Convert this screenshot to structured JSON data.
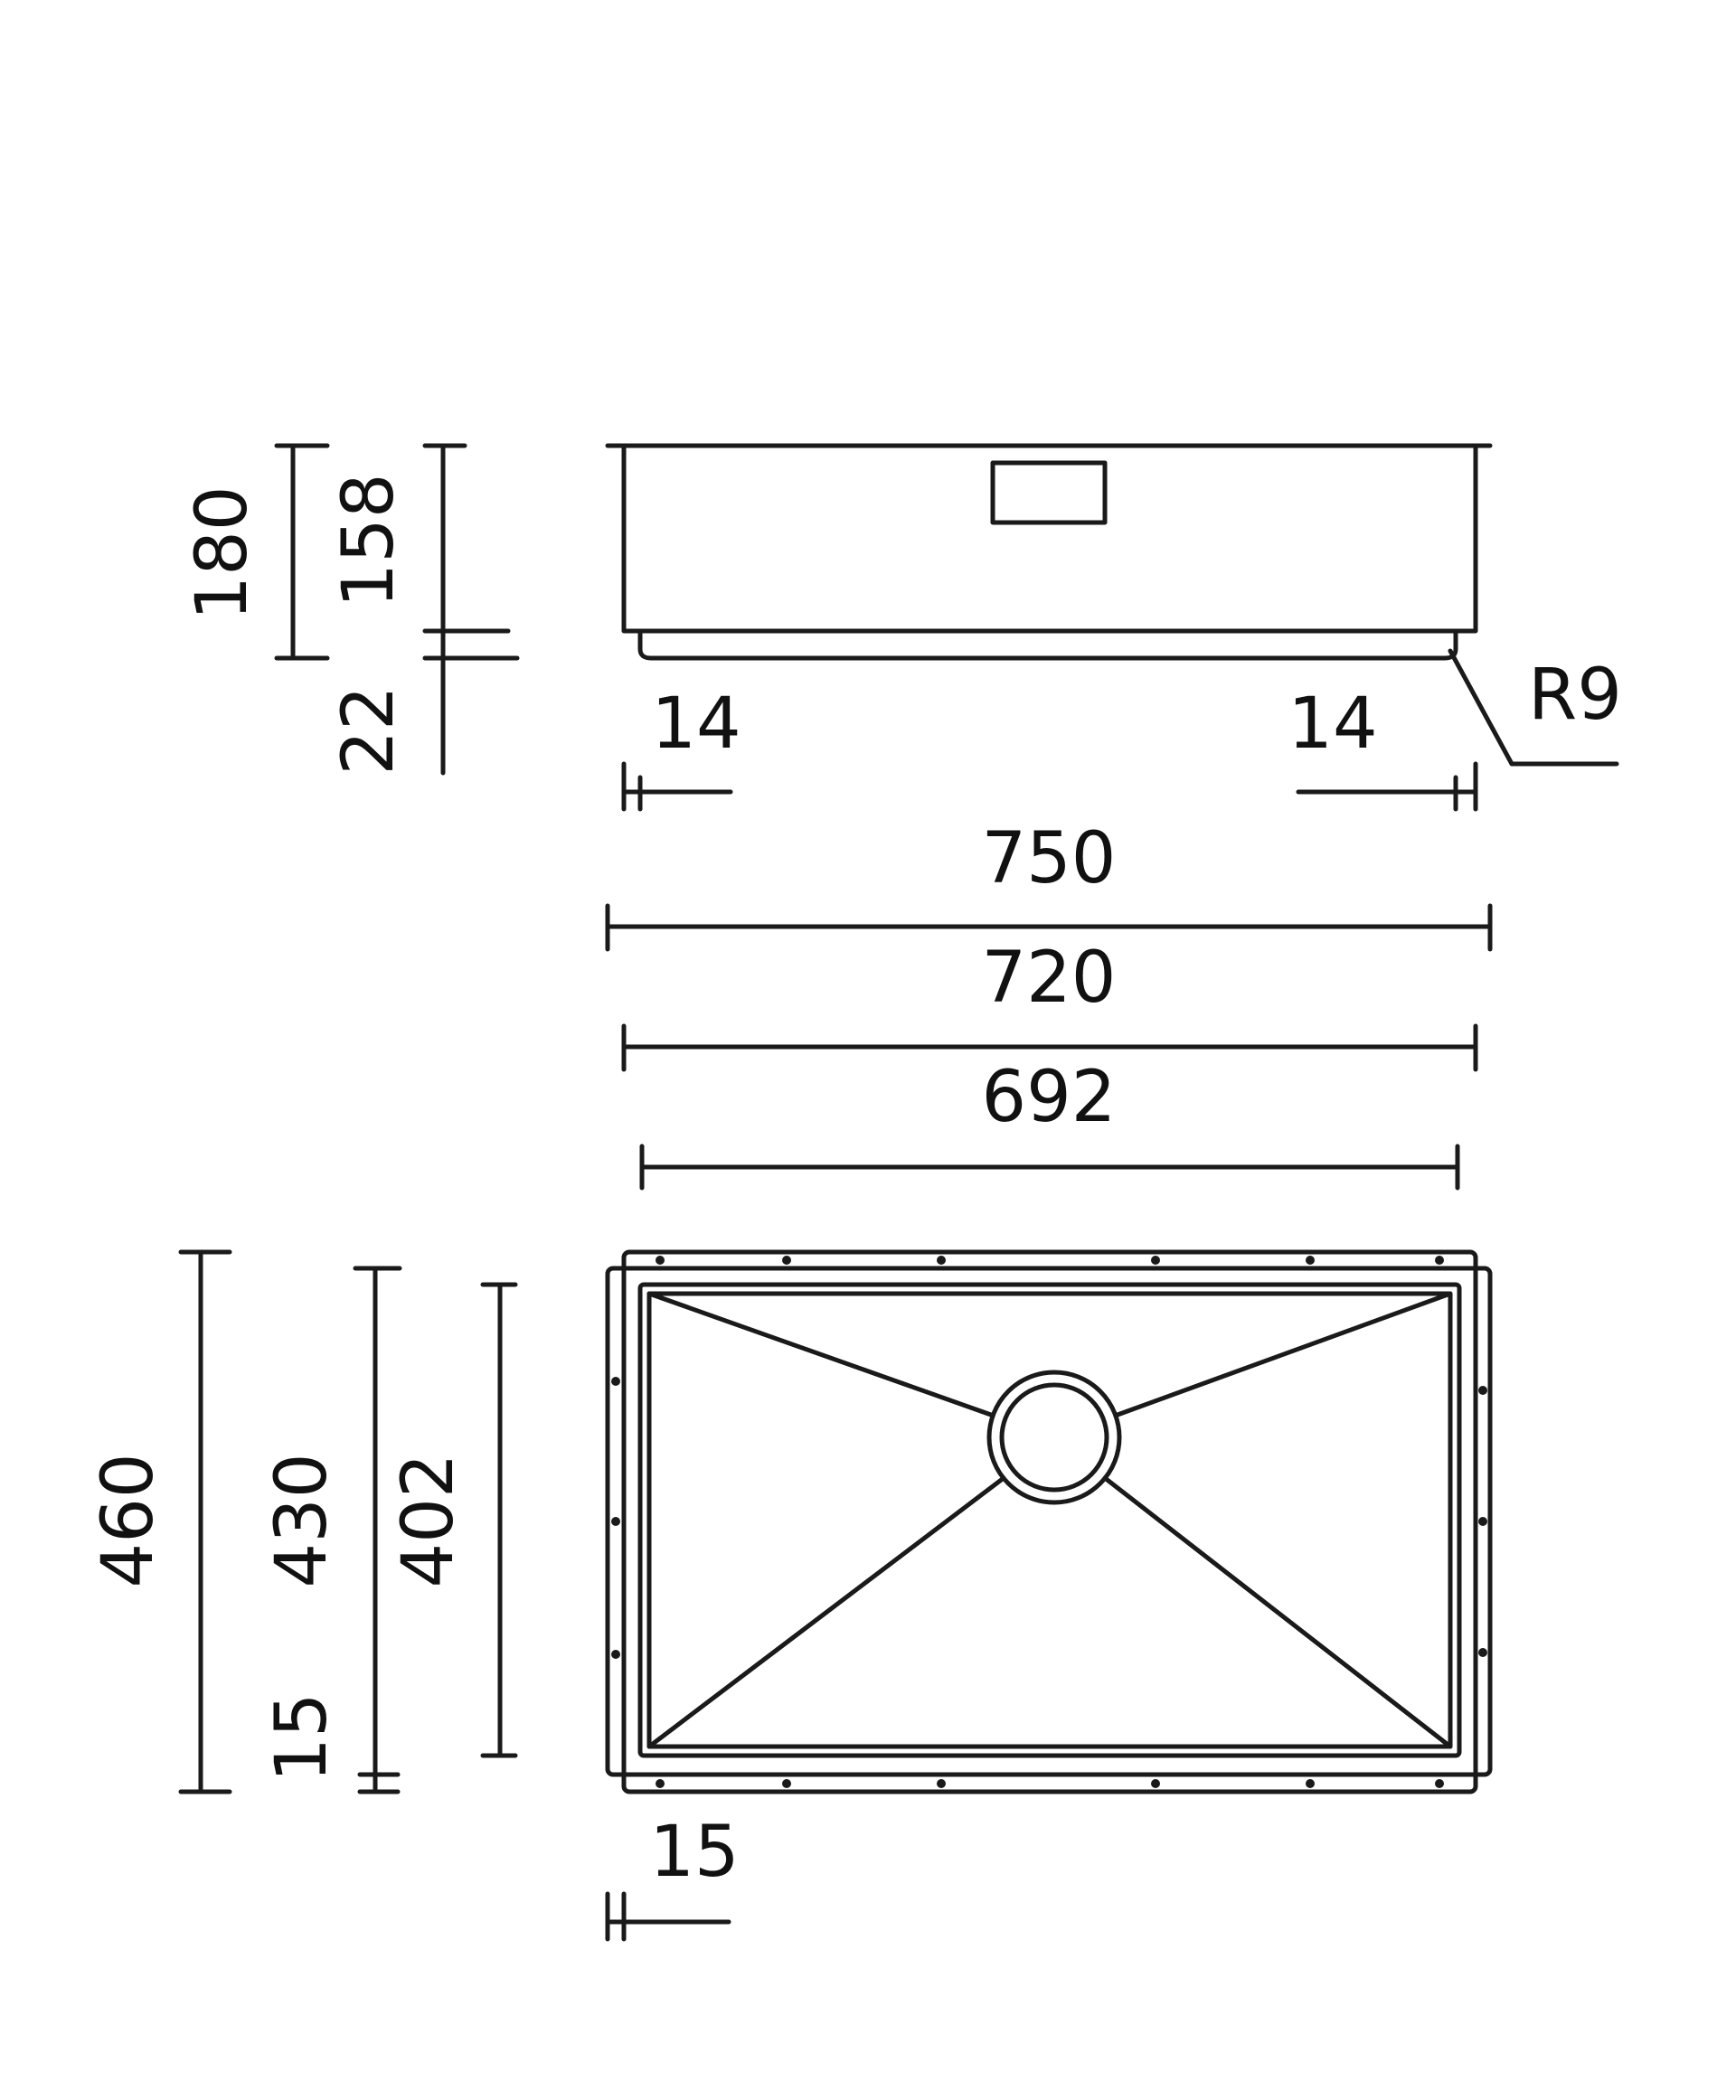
{
  "side_view": {
    "dim_total_height": "180",
    "dim_bowl_height": "158",
    "dim_flange_step": "22",
    "dim_left_offset": "14",
    "dim_right_offset": "14",
    "dim_corner_radius": "R9"
  },
  "width_dims": {
    "overall_width": "750",
    "mid_width": "720",
    "bowl_width": "692"
  },
  "plan_view": {
    "dim_overall_depth": "460",
    "dim_mid_depth": "430",
    "dim_bowl_depth": "402",
    "dim_flange_side": "15",
    "dim_flange_bottom": "15"
  },
  "colors": {
    "line": "#1a1a1a",
    "background": "#ffffff"
  }
}
